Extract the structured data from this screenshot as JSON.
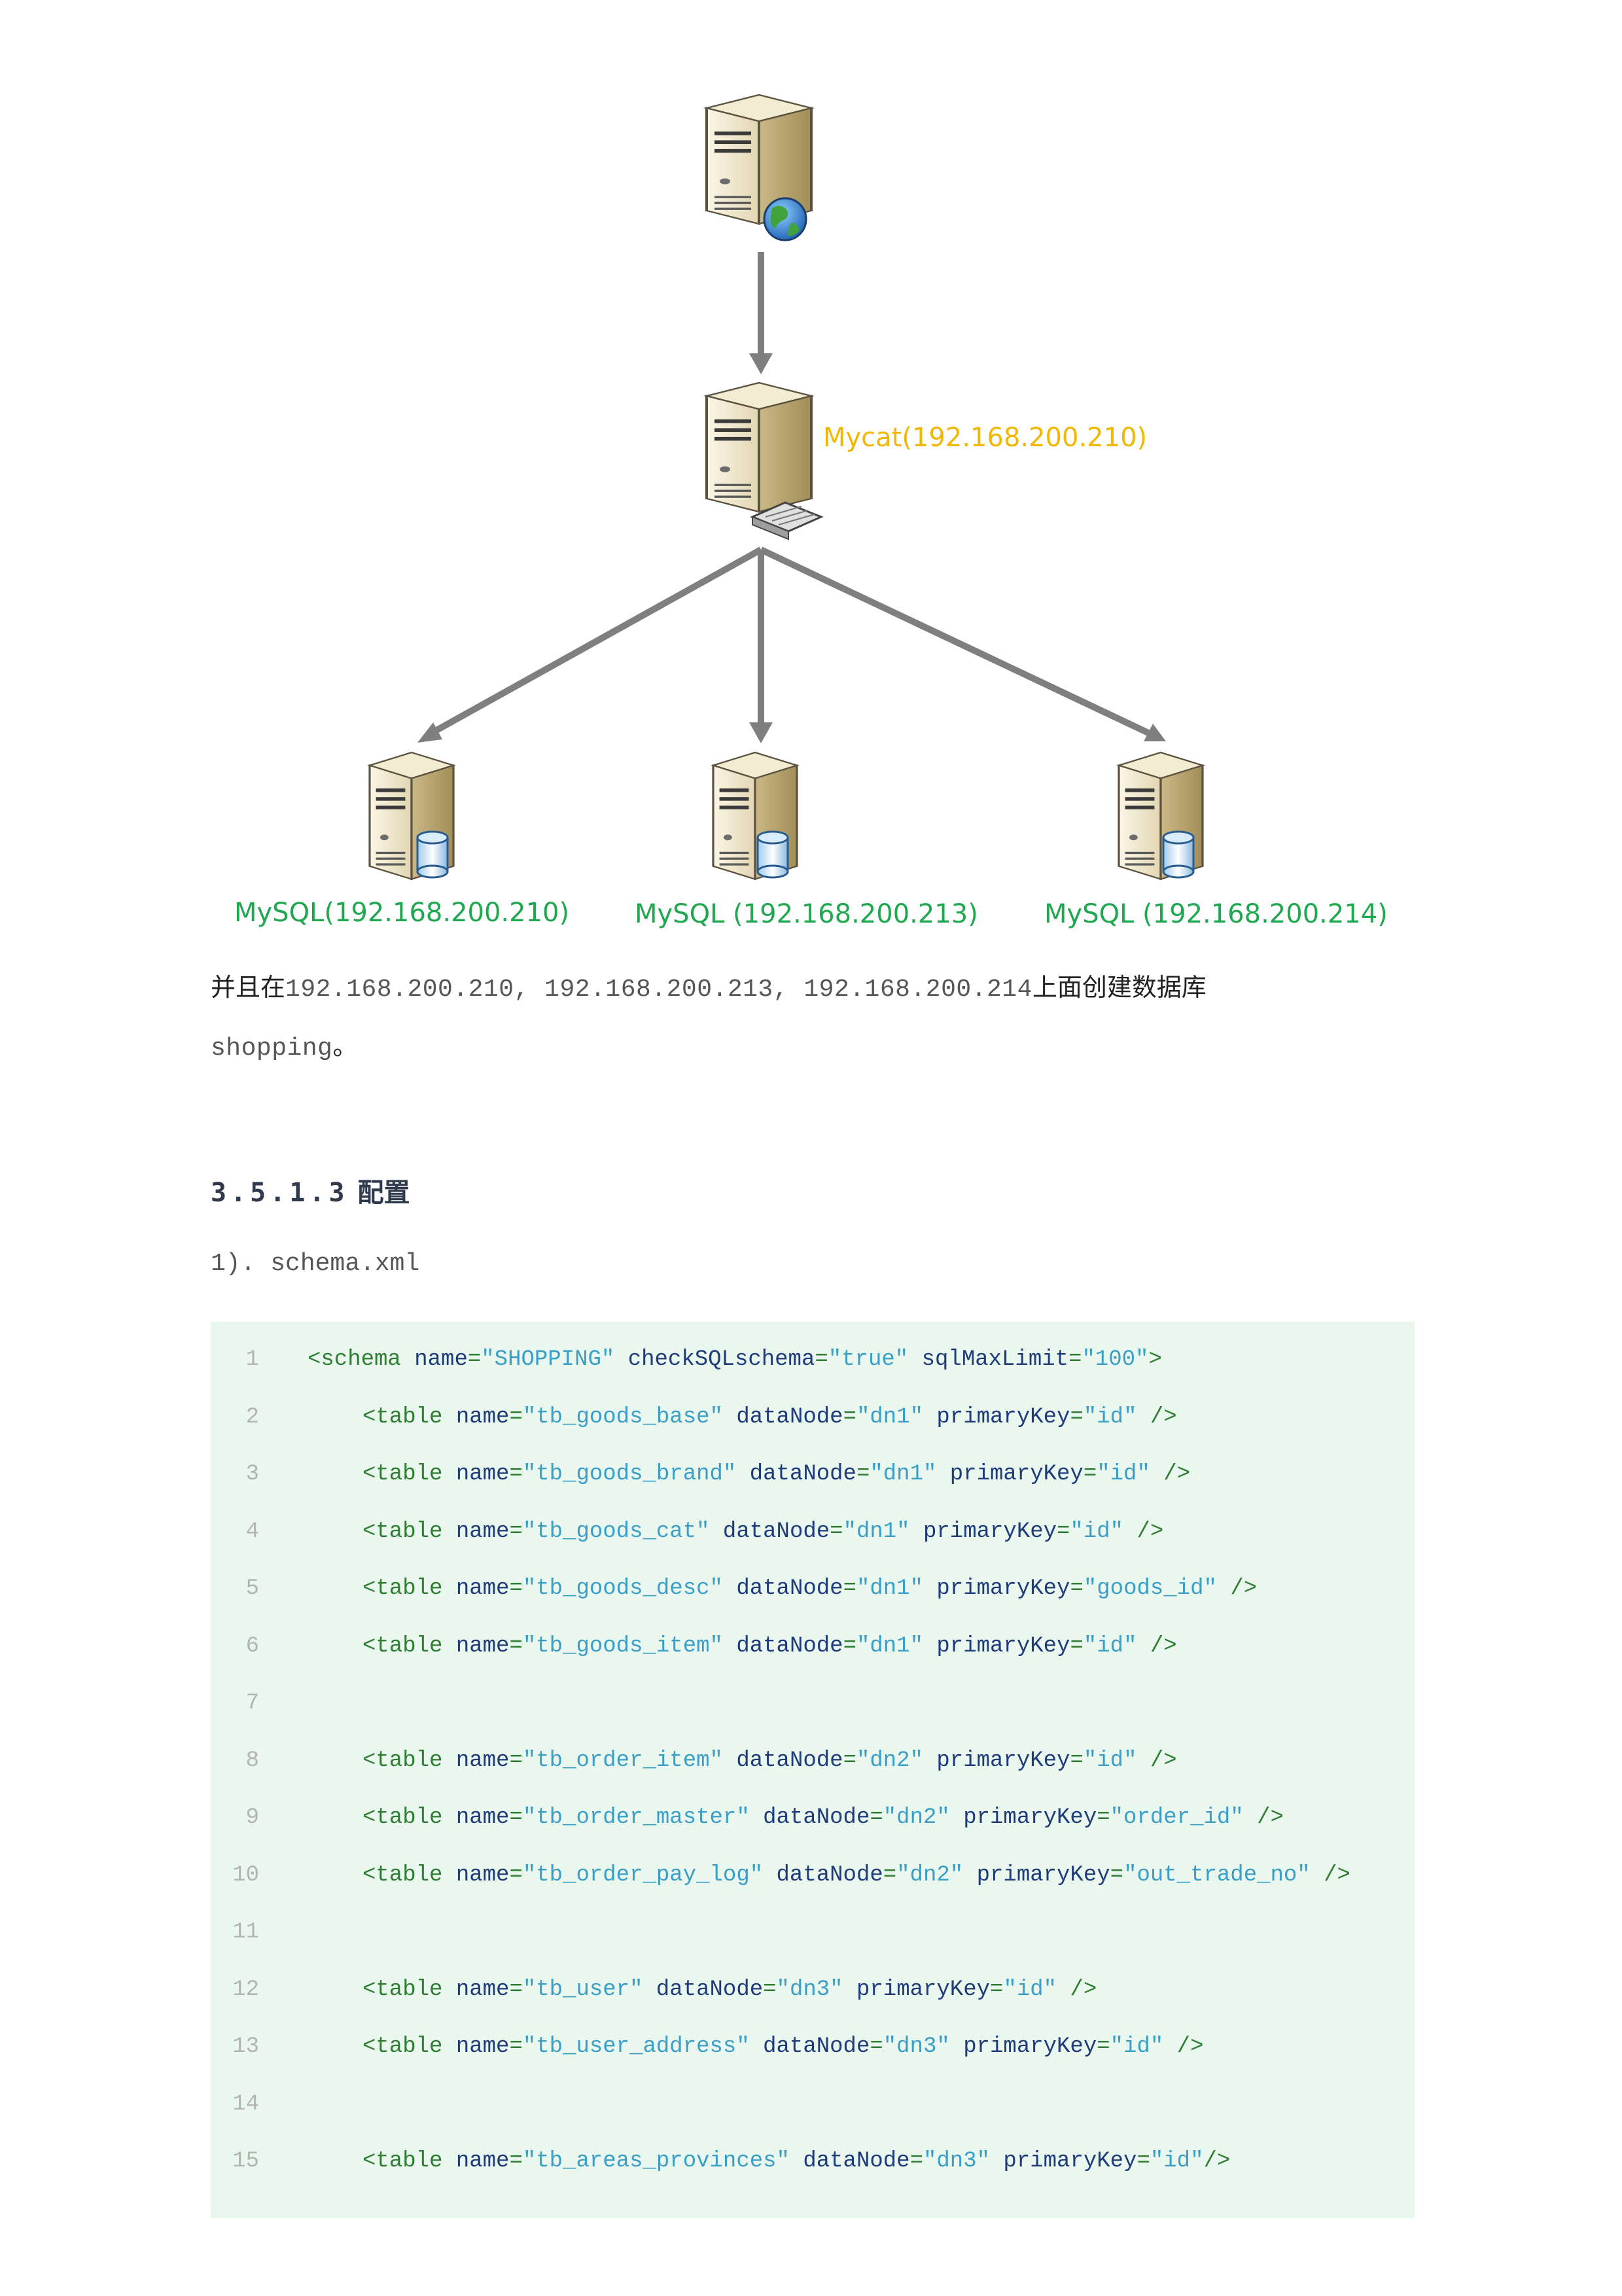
{
  "diagram": {
    "mycat_label": "Mycat(192.168.200.210)",
    "mysql_nodes": [
      {
        "label": "MySQL(192.168.200.210)"
      },
      {
        "label": "MySQL (192.168.200.213)"
      },
      {
        "label": "MySQL (192.168.200.214)"
      }
    ],
    "colors": {
      "mycat": "#f2b705",
      "mysql": "#1fa84f",
      "arrow": "#7f7f7f"
    },
    "icons": [
      "web-server-icon",
      "mycat-server-icon",
      "database-server-icon"
    ]
  },
  "paragraph": {
    "prefix": "并且在",
    "ips": "192.168.200.210, 192.168.200.213, 192.168.200.214",
    "suffix": "上面创建数据库",
    "db_name": "shopping",
    "end": "。"
  },
  "heading": {
    "number": "3.5.1.3",
    "title": "配置"
  },
  "step": "1). schema.xml",
  "code": {
    "lines": [
      {
        "n": "1",
        "indent": 0,
        "tokens": [
          [
            "tag",
            "<schema"
          ],
          [
            "sp",
            " "
          ],
          [
            "attr",
            "name"
          ],
          [
            "punct",
            "="
          ],
          [
            "val",
            "\"SHOPPING\""
          ],
          [
            "sp",
            " "
          ],
          [
            "attr",
            "checkSQLschema"
          ],
          [
            "punct",
            "="
          ],
          [
            "val",
            "\"true\""
          ],
          [
            "sp",
            " "
          ],
          [
            "attr",
            "sqlMaxLimit"
          ],
          [
            "punct",
            "="
          ],
          [
            "val",
            "\"100\""
          ],
          [
            "punct",
            ">"
          ]
        ]
      },
      {
        "n": "2",
        "indent": 1,
        "tokens": [
          [
            "tag",
            "<table"
          ],
          [
            "sp",
            " "
          ],
          [
            "attr",
            "name"
          ],
          [
            "punct",
            "="
          ],
          [
            "val",
            "\"tb_goods_base\""
          ],
          [
            "sp",
            " "
          ],
          [
            "attr",
            "dataNode"
          ],
          [
            "punct",
            "="
          ],
          [
            "val",
            "\"dn1\""
          ],
          [
            "sp",
            " "
          ],
          [
            "attr",
            "primaryKey"
          ],
          [
            "punct",
            "="
          ],
          [
            "val",
            "\"id\""
          ],
          [
            "sp",
            " "
          ],
          [
            "punct",
            "/>"
          ]
        ]
      },
      {
        "n": "3",
        "indent": 1,
        "tokens": [
          [
            "tag",
            "<table"
          ],
          [
            "sp",
            " "
          ],
          [
            "attr",
            "name"
          ],
          [
            "punct",
            "="
          ],
          [
            "val",
            "\"tb_goods_brand\""
          ],
          [
            "sp",
            " "
          ],
          [
            "attr",
            "dataNode"
          ],
          [
            "punct",
            "="
          ],
          [
            "val",
            "\"dn1\""
          ],
          [
            "sp",
            " "
          ],
          [
            "attr",
            "primaryKey"
          ],
          [
            "punct",
            "="
          ],
          [
            "val",
            "\"id\""
          ],
          [
            "sp",
            " "
          ],
          [
            "punct",
            "/>"
          ]
        ]
      },
      {
        "n": "4",
        "indent": 1,
        "tokens": [
          [
            "tag",
            "<table"
          ],
          [
            "sp",
            " "
          ],
          [
            "attr",
            "name"
          ],
          [
            "punct",
            "="
          ],
          [
            "val",
            "\"tb_goods_cat\""
          ],
          [
            "sp",
            " "
          ],
          [
            "attr",
            "dataNode"
          ],
          [
            "punct",
            "="
          ],
          [
            "val",
            "\"dn1\""
          ],
          [
            "sp",
            " "
          ],
          [
            "attr",
            "primaryKey"
          ],
          [
            "punct",
            "="
          ],
          [
            "val",
            "\"id\""
          ],
          [
            "sp",
            " "
          ],
          [
            "punct",
            "/>"
          ]
        ]
      },
      {
        "n": "5",
        "indent": 1,
        "tokens": [
          [
            "tag",
            "<table"
          ],
          [
            "sp",
            " "
          ],
          [
            "attr",
            "name"
          ],
          [
            "punct",
            "="
          ],
          [
            "val",
            "\"tb_goods_desc\""
          ],
          [
            "sp",
            " "
          ],
          [
            "attr",
            "dataNode"
          ],
          [
            "punct",
            "="
          ],
          [
            "val",
            "\"dn1\""
          ],
          [
            "sp",
            " "
          ],
          [
            "attr",
            "primaryKey"
          ],
          [
            "punct",
            "="
          ],
          [
            "val",
            "\"goods_id\""
          ],
          [
            "sp",
            " "
          ],
          [
            "punct",
            "/>"
          ]
        ]
      },
      {
        "n": "6",
        "indent": 1,
        "tokens": [
          [
            "tag",
            "<table"
          ],
          [
            "sp",
            " "
          ],
          [
            "attr",
            "name"
          ],
          [
            "punct",
            "="
          ],
          [
            "val",
            "\"tb_goods_item\""
          ],
          [
            "sp",
            " "
          ],
          [
            "attr",
            "dataNode"
          ],
          [
            "punct",
            "="
          ],
          [
            "val",
            "\"dn1\""
          ],
          [
            "sp",
            " "
          ],
          [
            "attr",
            "primaryKey"
          ],
          [
            "punct",
            "="
          ],
          [
            "val",
            "\"id\""
          ],
          [
            "sp",
            " "
          ],
          [
            "punct",
            "/>"
          ]
        ]
      },
      {
        "n": "7",
        "indent": 0,
        "tokens": []
      },
      {
        "n": "8",
        "indent": 1,
        "tokens": [
          [
            "tag",
            "<table"
          ],
          [
            "sp",
            " "
          ],
          [
            "attr",
            "name"
          ],
          [
            "punct",
            "="
          ],
          [
            "val",
            "\"tb_order_item\""
          ],
          [
            "sp",
            " "
          ],
          [
            "attr",
            "dataNode"
          ],
          [
            "punct",
            "="
          ],
          [
            "val",
            "\"dn2\""
          ],
          [
            "sp",
            " "
          ],
          [
            "attr",
            "primaryKey"
          ],
          [
            "punct",
            "="
          ],
          [
            "val",
            "\"id\""
          ],
          [
            "sp",
            " "
          ],
          [
            "punct",
            "/>"
          ]
        ]
      },
      {
        "n": "9",
        "indent": 1,
        "tokens": [
          [
            "tag",
            "<table"
          ],
          [
            "sp",
            " "
          ],
          [
            "attr",
            "name"
          ],
          [
            "punct",
            "="
          ],
          [
            "val",
            "\"tb_order_master\""
          ],
          [
            "sp",
            " "
          ],
          [
            "attr",
            "dataNode"
          ],
          [
            "punct",
            "="
          ],
          [
            "val",
            "\"dn2\""
          ],
          [
            "sp",
            " "
          ],
          [
            "attr",
            "primaryKey"
          ],
          [
            "punct",
            "="
          ],
          [
            "val",
            "\"order_id\""
          ],
          [
            "sp",
            " "
          ],
          [
            "punct",
            "/>"
          ]
        ]
      },
      {
        "n": "10",
        "indent": 1,
        "tokens": [
          [
            "tag",
            "<table"
          ],
          [
            "sp",
            " "
          ],
          [
            "attr",
            "name"
          ],
          [
            "punct",
            "="
          ],
          [
            "val",
            "\"tb_order_pay_log\""
          ],
          [
            "sp",
            " "
          ],
          [
            "attr",
            "dataNode"
          ],
          [
            "punct",
            "="
          ],
          [
            "val",
            "\"dn2\""
          ],
          [
            "sp",
            " "
          ],
          [
            "attr",
            "primaryKey"
          ],
          [
            "punct",
            "="
          ],
          [
            "val",
            "\"out_trade_no\""
          ],
          [
            "sp",
            " "
          ],
          [
            "punct",
            "/>"
          ]
        ]
      },
      {
        "n": "11",
        "indent": 0,
        "tokens": []
      },
      {
        "n": "12",
        "indent": 1,
        "tokens": [
          [
            "tag",
            "<table"
          ],
          [
            "sp",
            " "
          ],
          [
            "attr",
            "name"
          ],
          [
            "punct",
            "="
          ],
          [
            "val",
            "\"tb_user\""
          ],
          [
            "sp",
            " "
          ],
          [
            "attr",
            "dataNode"
          ],
          [
            "punct",
            "="
          ],
          [
            "val",
            "\"dn3\""
          ],
          [
            "sp",
            " "
          ],
          [
            "attr",
            "primaryKey"
          ],
          [
            "punct",
            "="
          ],
          [
            "val",
            "\"id\""
          ],
          [
            "sp",
            " "
          ],
          [
            "punct",
            "/>"
          ]
        ]
      },
      {
        "n": "13",
        "indent": 1,
        "tokens": [
          [
            "tag",
            "<table"
          ],
          [
            "sp",
            " "
          ],
          [
            "attr",
            "name"
          ],
          [
            "punct",
            "="
          ],
          [
            "val",
            "\"tb_user_address\""
          ],
          [
            "sp",
            " "
          ],
          [
            "attr",
            "dataNode"
          ],
          [
            "punct",
            "="
          ],
          [
            "val",
            "\"dn3\""
          ],
          [
            "sp",
            " "
          ],
          [
            "attr",
            "primaryKey"
          ],
          [
            "punct",
            "="
          ],
          [
            "val",
            "\"id\""
          ],
          [
            "sp",
            " "
          ],
          [
            "punct",
            "/>"
          ]
        ]
      },
      {
        "n": "14",
        "indent": 0,
        "tokens": []
      },
      {
        "n": "15",
        "indent": 1,
        "tokens": [
          [
            "tag",
            "<table"
          ],
          [
            "sp",
            " "
          ],
          [
            "attr",
            "name"
          ],
          [
            "punct",
            "="
          ],
          [
            "val",
            "\"tb_areas_provinces\""
          ],
          [
            "sp",
            " "
          ],
          [
            "attr",
            "dataNode"
          ],
          [
            "punct",
            "="
          ],
          [
            "val",
            "\"dn3\""
          ],
          [
            "sp",
            " "
          ],
          [
            "attr",
            "primaryKey"
          ],
          [
            "punct",
            "="
          ],
          [
            "val",
            "\"id\""
          ],
          [
            "punct",
            "/>"
          ]
        ]
      }
    ]
  }
}
